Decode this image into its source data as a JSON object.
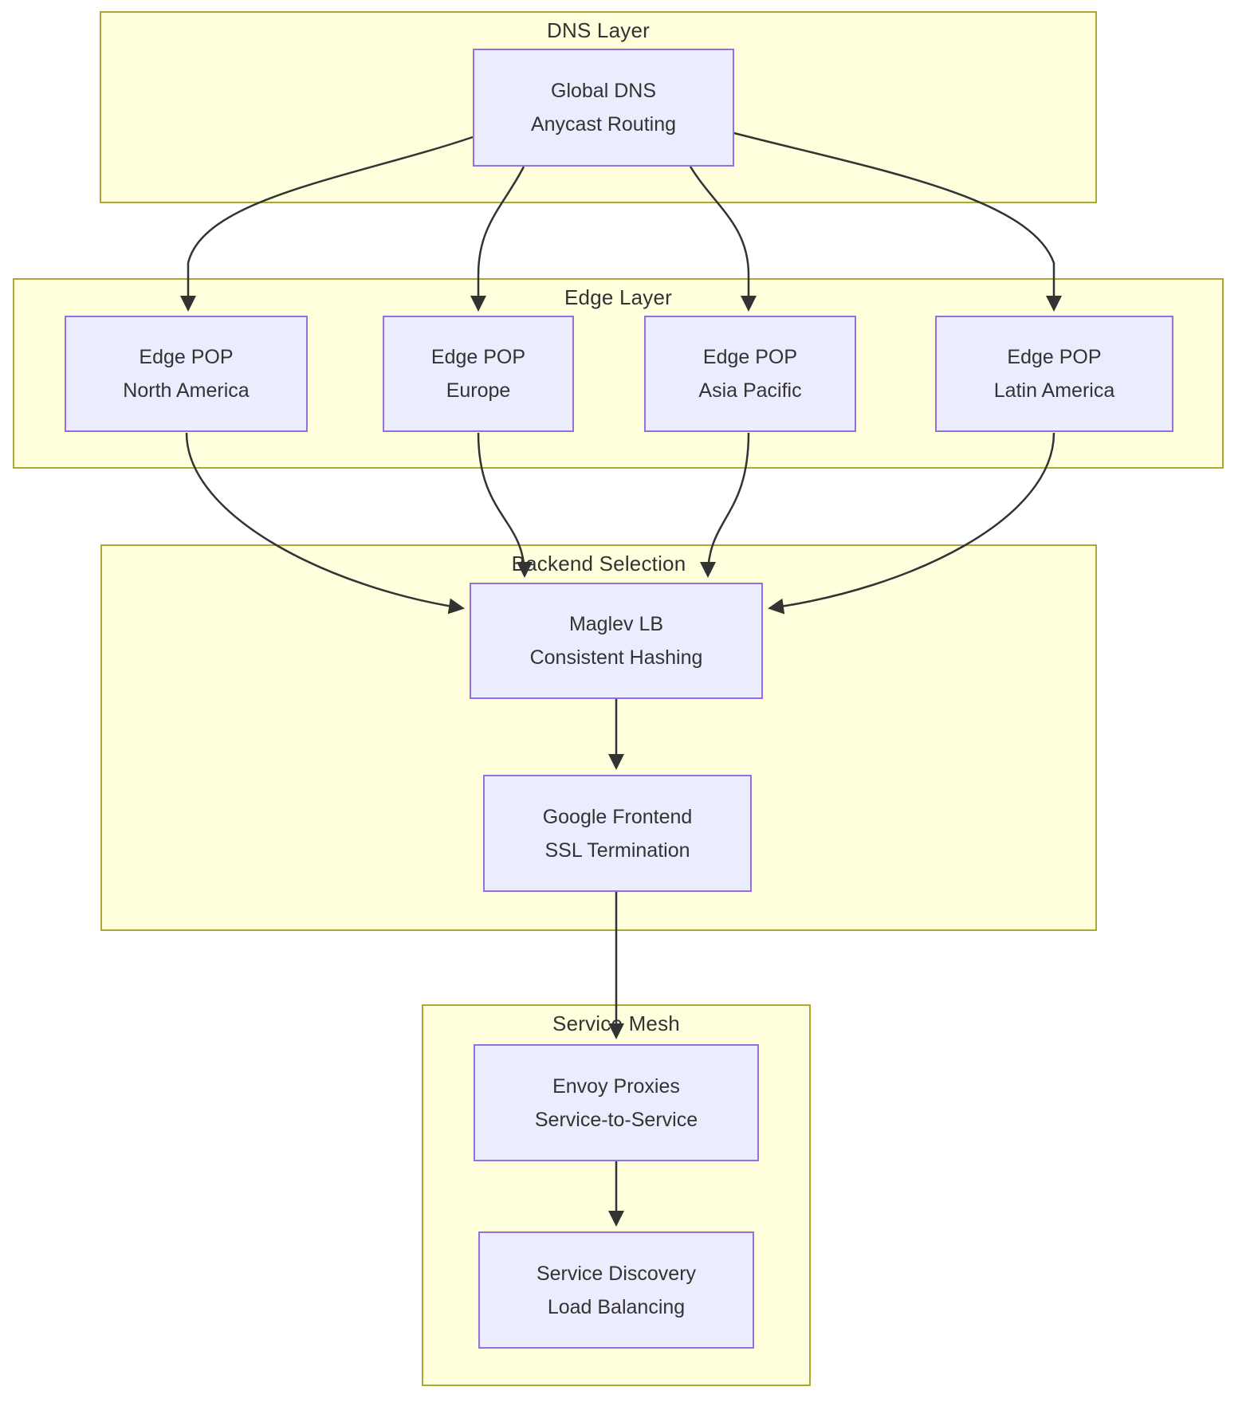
{
  "diagram": {
    "type": "flowchart",
    "direction": "top-down",
    "clusters": [
      {
        "id": "dns-layer",
        "label": "DNS Layer"
      },
      {
        "id": "edge-layer",
        "label": "Edge Layer"
      },
      {
        "id": "backend-selection",
        "label": "Backend Selection"
      },
      {
        "id": "service-mesh",
        "label": "Service Mesh"
      }
    ],
    "nodes": [
      {
        "id": "global-dns",
        "cluster": "dns-layer",
        "line1": "Global DNS",
        "line2": "Anycast Routing"
      },
      {
        "id": "edge-pop-na",
        "cluster": "edge-layer",
        "line1": "Edge POP",
        "line2": "North America"
      },
      {
        "id": "edge-pop-eu",
        "cluster": "edge-layer",
        "line1": "Edge POP",
        "line2": "Europe"
      },
      {
        "id": "edge-pop-ap",
        "cluster": "edge-layer",
        "line1": "Edge POP",
        "line2": "Asia Pacific"
      },
      {
        "id": "edge-pop-la",
        "cluster": "edge-layer",
        "line1": "Edge POP",
        "line2": "Latin America"
      },
      {
        "id": "maglev-lb",
        "cluster": "backend-selection",
        "line1": "Maglev LB",
        "line2": "Consistent Hashing"
      },
      {
        "id": "google-frontend",
        "cluster": "backend-selection",
        "line1": "Google Frontend",
        "line2": "SSL Termination"
      },
      {
        "id": "envoy-proxies",
        "cluster": "service-mesh",
        "line1": "Envoy Proxies",
        "line2": "Service-to-Service"
      },
      {
        "id": "service-discovery",
        "cluster": "service-mesh",
        "line1": "Service Discovery",
        "line2": "Load Balancing"
      }
    ],
    "edges": [
      {
        "from": "global-dns",
        "to": "edge-pop-na"
      },
      {
        "from": "global-dns",
        "to": "edge-pop-eu"
      },
      {
        "from": "global-dns",
        "to": "edge-pop-ap"
      },
      {
        "from": "global-dns",
        "to": "edge-pop-la"
      },
      {
        "from": "edge-pop-na",
        "to": "maglev-lb"
      },
      {
        "from": "edge-pop-eu",
        "to": "maglev-lb"
      },
      {
        "from": "edge-pop-ap",
        "to": "maglev-lb"
      },
      {
        "from": "edge-pop-la",
        "to": "maglev-lb"
      },
      {
        "from": "maglev-lb",
        "to": "google-frontend"
      },
      {
        "from": "google-frontend",
        "to": "envoy-proxies"
      },
      {
        "from": "envoy-proxies",
        "to": "service-discovery"
      }
    ],
    "colors": {
      "cluster_fill": "#ffffde",
      "cluster_border": "#aaaa33",
      "node_fill": "#ececff",
      "node_border": "#9370db",
      "edge_line": "#333333",
      "text": "#333333"
    }
  }
}
